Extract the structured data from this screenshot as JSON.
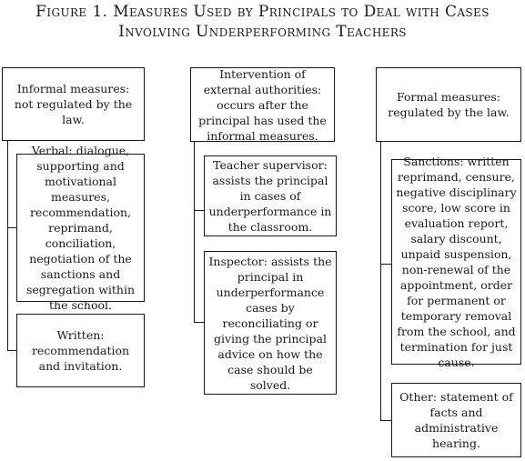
{
  "title": {
    "line1": "Figure 1. Measures Used by Principals to Deal with Cases",
    "line2": "Involving Underperforming Teachers"
  },
  "columns": [
    {
      "header": "Informal measures: not regulated by the law.",
      "children": [
        "Verbal: dialogue, supporting and motivational measures, recommendation, reprimand, conciliation, negotiation of the sanctions and segregation within the school.",
        "Written: recommendation and invitation."
      ]
    },
    {
      "header": "Intervention of external authorities: occurs after the principal has used the informal measures.",
      "children": [
        "Teacher supervisor: assists the principal in cases of underperformance in the classroom.",
        "Inspector: assists the principal in underperformance cases by reconciliating or giving the principal advice on how the case should be solved."
      ]
    },
    {
      "header": "Formal measures: regulated by the law.",
      "children": [
        "Sanctions: written reprimand, censure, negative disciplinary score, low score in evaluation report, salary discount, unpaid suspension, non-renewal of the appointment, order for permanent or temporary removal from the school, and termination for just cause.",
        "Other: statement of facts and administrative hearing."
      ]
    }
  ]
}
